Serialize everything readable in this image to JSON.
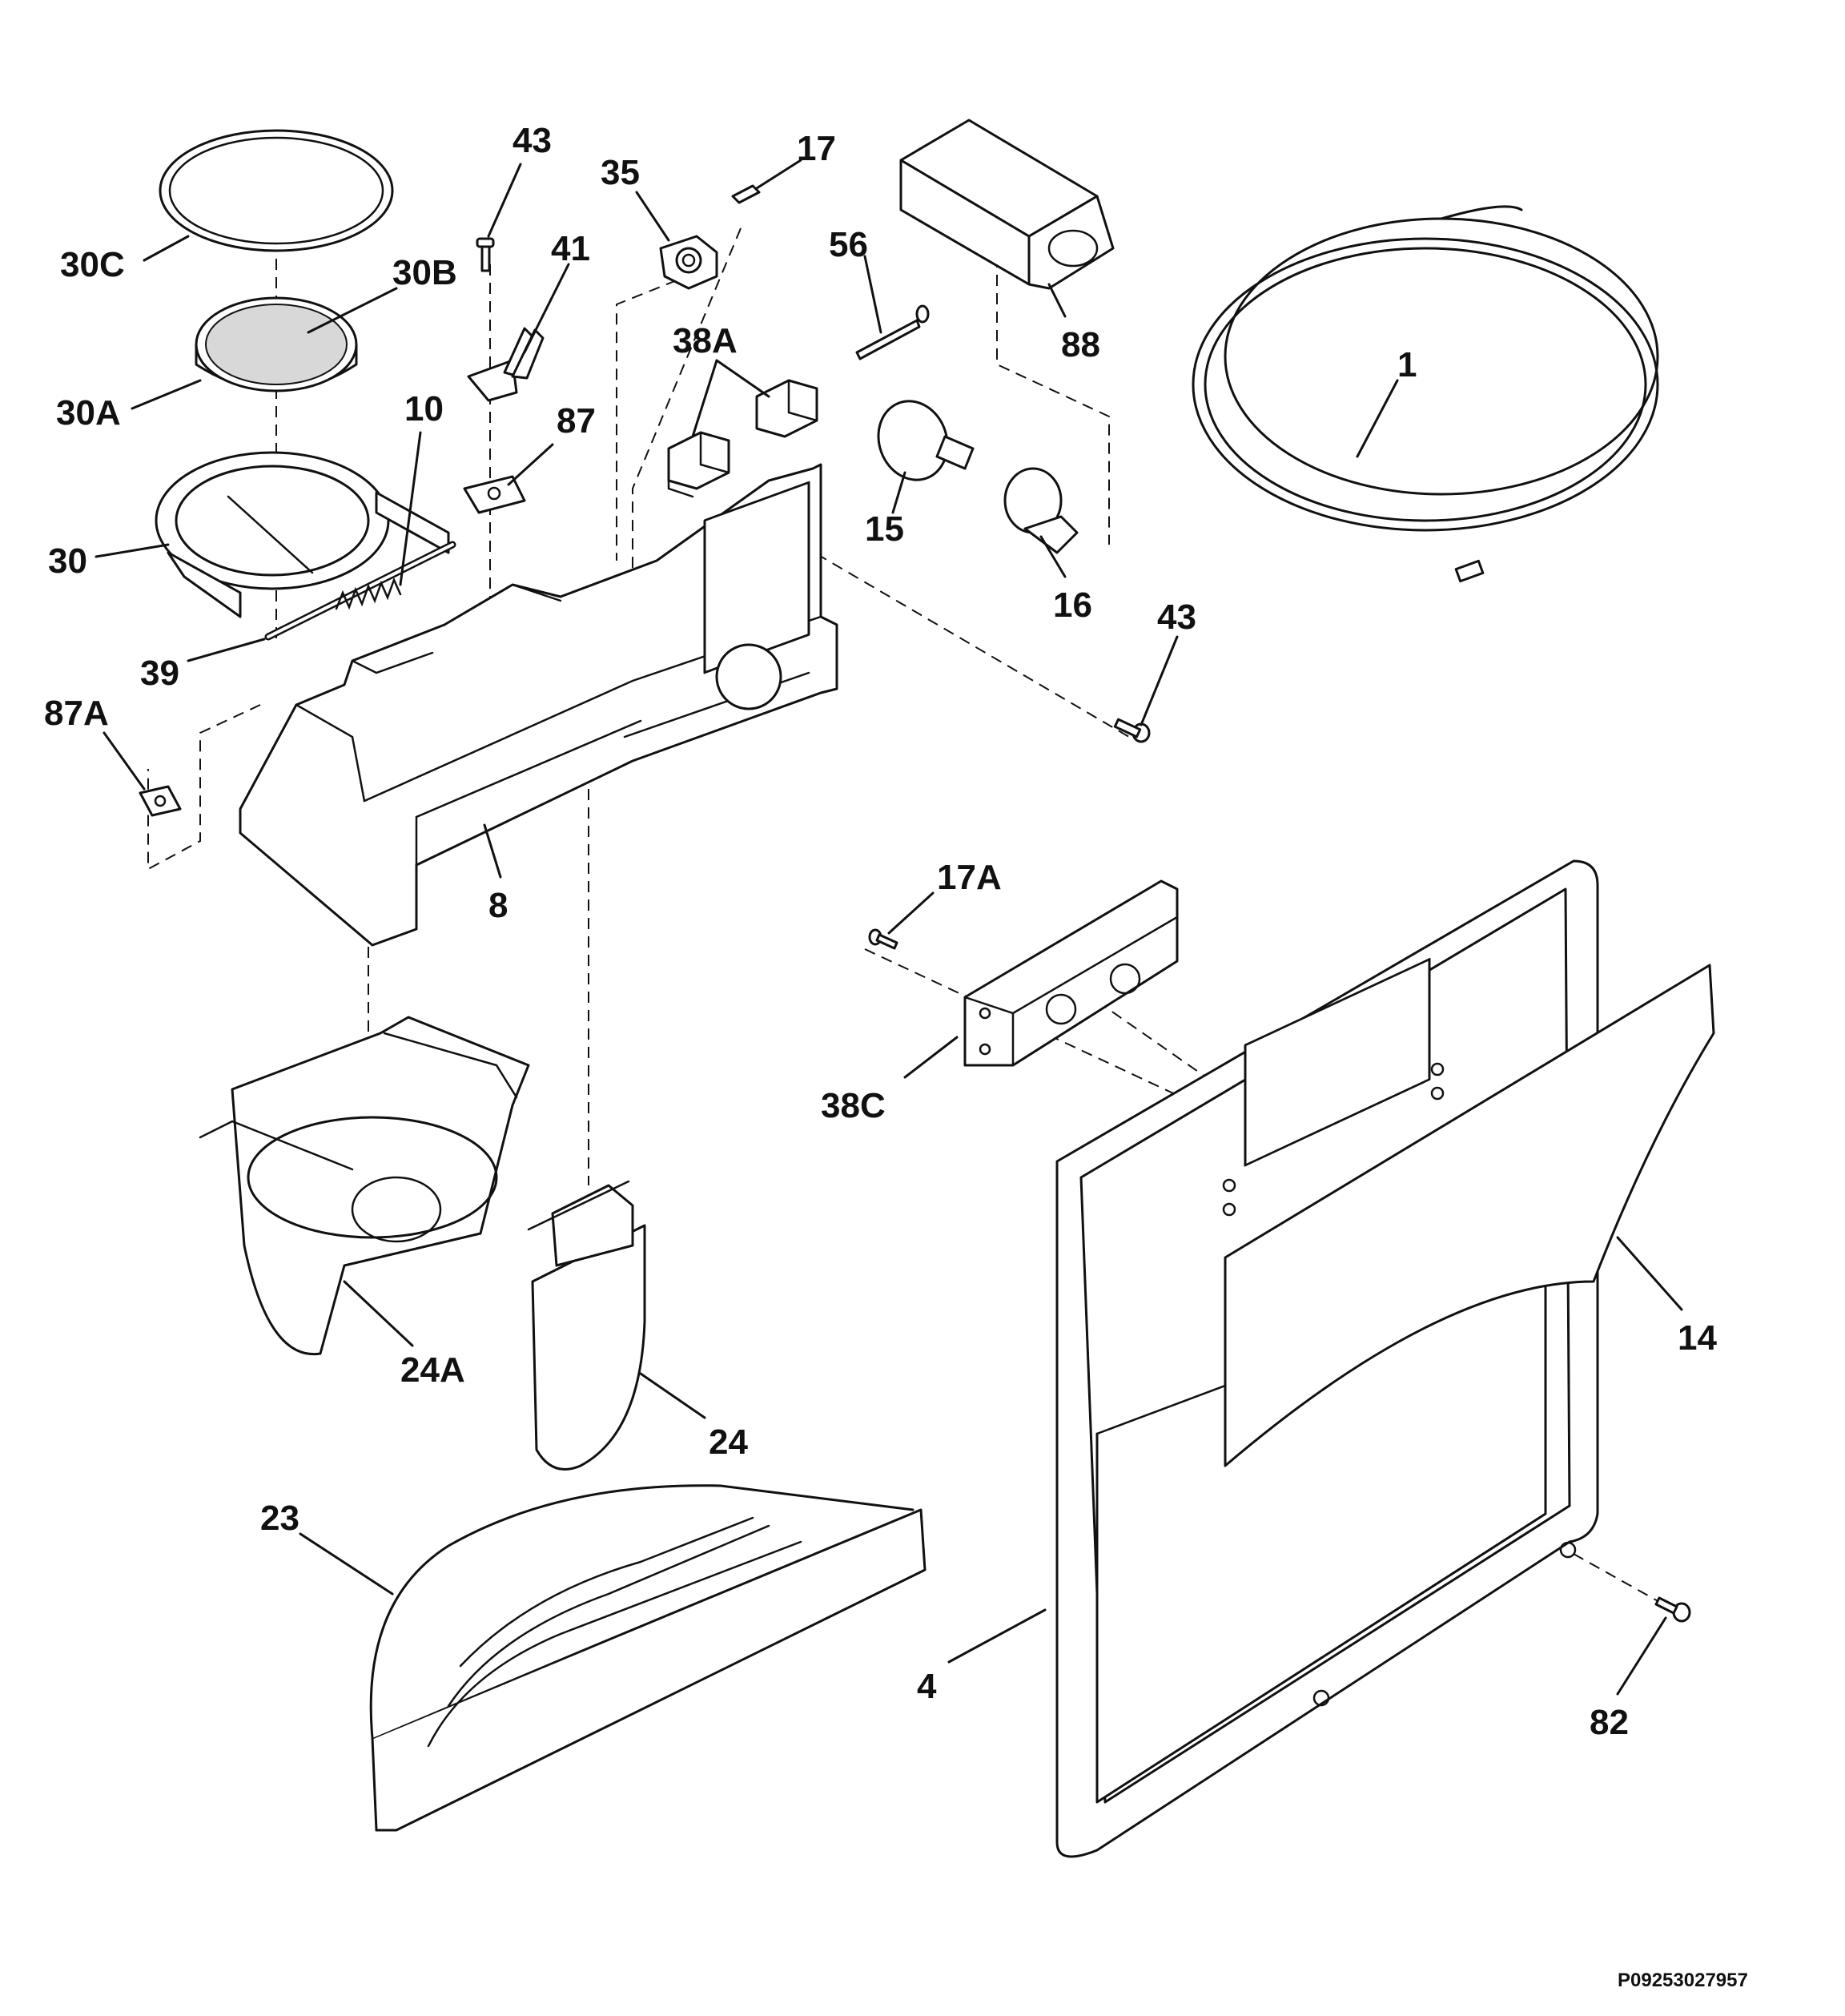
{
  "diagram": {
    "callouts": [
      "30C",
      "43",
      "35",
      "17",
      "30B",
      "41",
      "56",
      "88",
      "38A",
      "30A",
      "10",
      "87",
      "1",
      "15",
      "30",
      "16",
      "43",
      "39",
      "87A",
      "8",
      "17A",
      "38C",
      "14",
      "24A",
      "24",
      "23",
      "4",
      "82"
    ],
    "doc_id": "P09253027957"
  },
  "colors": {
    "line": "#111111",
    "background": "#ffffff",
    "filter": "#d8d8d8"
  }
}
